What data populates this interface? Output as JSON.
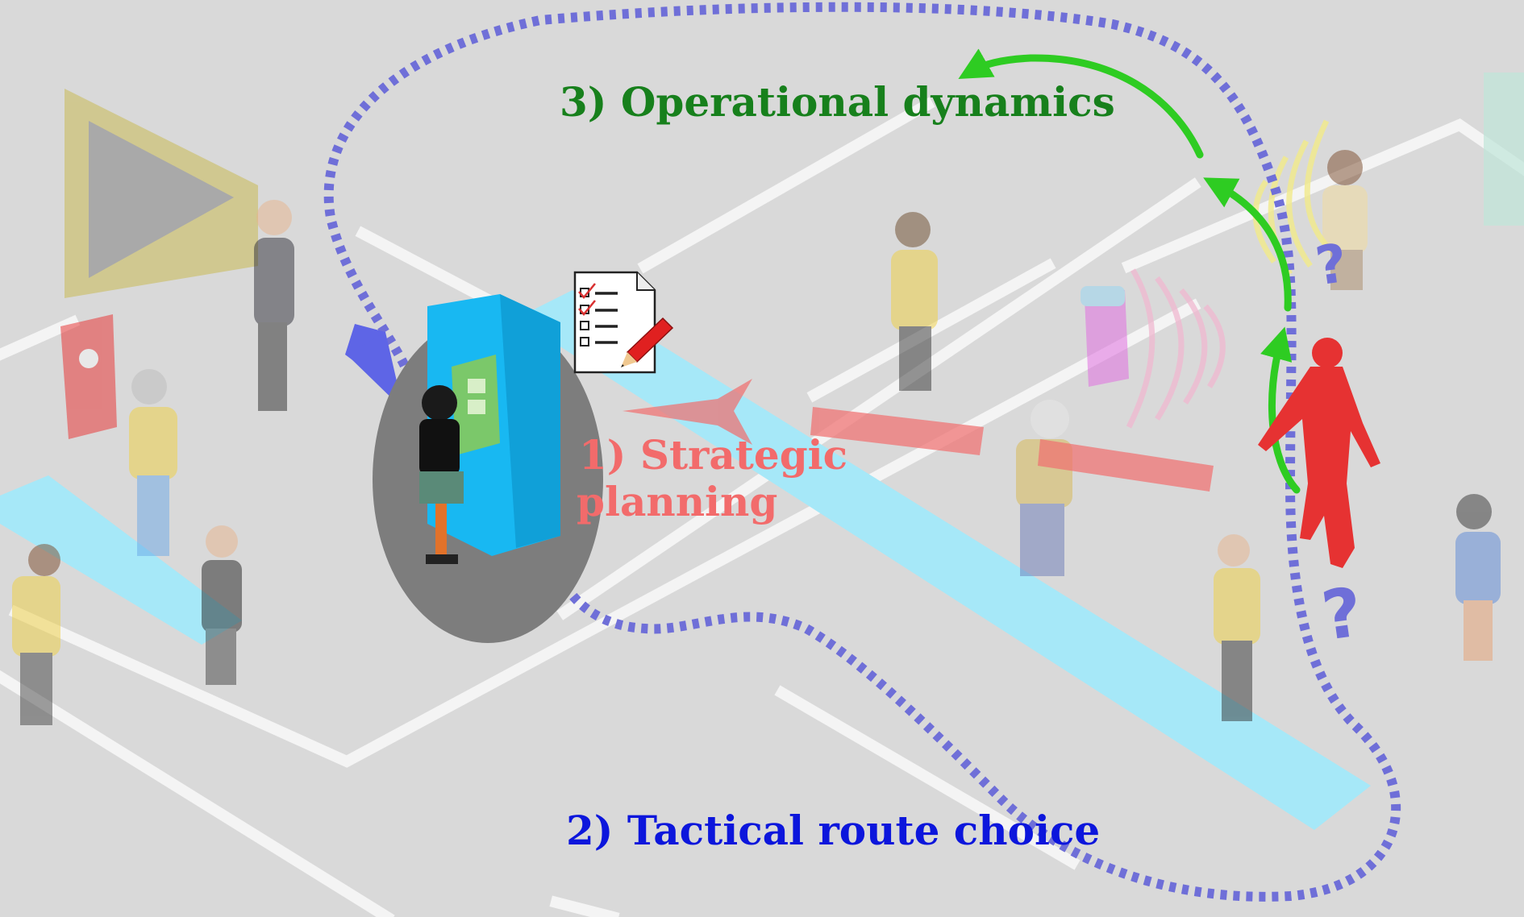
{
  "labels": {
    "operational": "3) Operational dynamics",
    "strategic_line1": "1) Strategic",
    "strategic_line2": "planning",
    "tactical": "2) Tactical route choice"
  },
  "question_mark": "?",
  "colors": {
    "background": "#d9d9d9",
    "floor_lines": "#f4f4f4",
    "walkway": "#a6e8f8",
    "route_dots": "#6f6fd8",
    "operational": "#17801c",
    "operational_arrow": "#2ecc22",
    "strategic": "#f26b6b",
    "tactical": "#0c16dc",
    "pedestrian_focus": "#e63232",
    "ticket_machine": "#18b8f2"
  },
  "icons": [
    "ticket-machine-icon",
    "checklist-icon",
    "pencil-icon",
    "pedestrian-icon",
    "signal-wave-icon"
  ]
}
